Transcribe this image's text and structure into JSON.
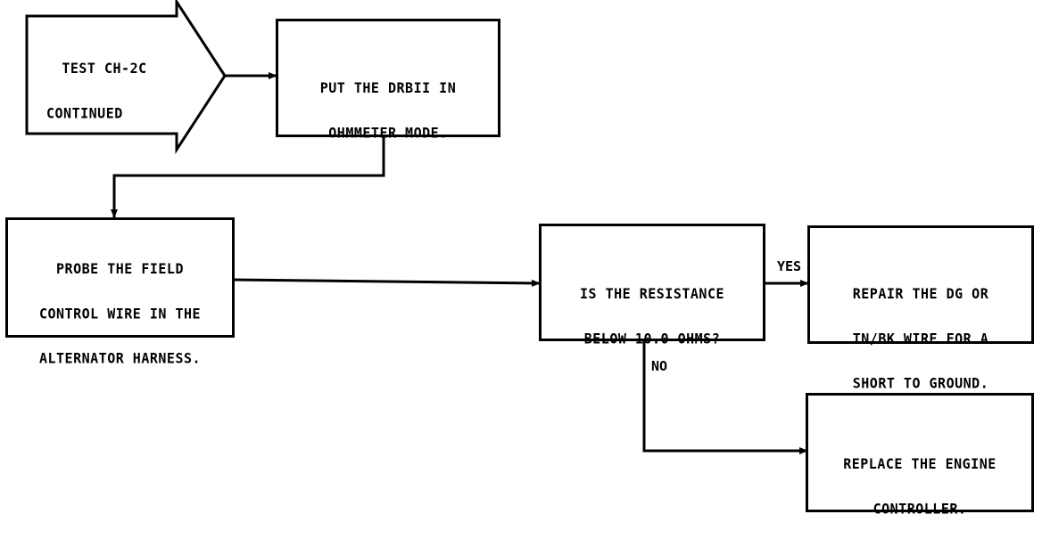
{
  "start": {
    "line1": "TEST CH-2C",
    "line2": "CONTINUED"
  },
  "step_ohmmeter": {
    "line1": "PUT THE DRBII IN",
    "line2": "OHMMETER MODE."
  },
  "step_probe": {
    "line1": "PROBE THE FIELD",
    "line2": "CONTROL WIRE IN THE",
    "line3": "ALTERNATOR HARNESS."
  },
  "decision_resistance": {
    "line1": "IS THE RESISTANCE",
    "line2": "BELOW 10.0 OHMS?"
  },
  "action_repair": {
    "line1": "REPAIR THE DG OR",
    "line2": "TN/BK WIRE FOR A",
    "line3": "SHORT TO GROUND."
  },
  "action_replace": {
    "line1": "REPLACE THE ENGINE",
    "line2": "CONTROLLER."
  },
  "edges": {
    "yes_label": "YES",
    "no_label": "NO"
  }
}
